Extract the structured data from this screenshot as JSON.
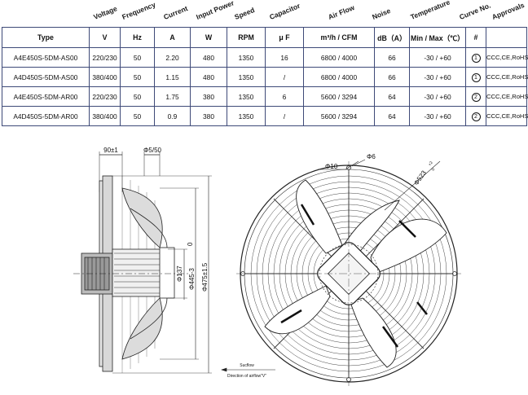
{
  "header_labels": [
    "Voltage",
    "Frequency",
    "Current",
    "Input Power",
    "Speed",
    "Capacitor",
    "Air Flow",
    "Noise",
    "Temperature",
    "Curve No.",
    "Approvals"
  ],
  "unit_row": [
    "Type",
    "V",
    "Hz",
    "A",
    "W",
    "RPM",
    "μ F",
    "m³/h  /  CFM",
    "dB（A）",
    "Min / Max（℃）",
    "#",
    ""
  ],
  "rows": [
    {
      "type": "A4E450S-5DM-AS00",
      "voltage": "220/230",
      "frequency": "50",
      "current": "2.20",
      "power": "480",
      "speed": "1350",
      "capacitor": "16",
      "airflow": "6800  /  4000",
      "noise": "66",
      "temperature": "-30 / +60",
      "curve": "1",
      "approvals": "CCC,CE,RoHS"
    },
    {
      "type": "A4D450S-5DM-AS00",
      "voltage": "380/400",
      "frequency": "50",
      "current": "1.15",
      "power": "480",
      "speed": "1350",
      "capacitor": "/",
      "airflow": "6800  /  4000",
      "noise": "66",
      "temperature": "-30 / +60",
      "curve": "1",
      "approvals": "CCC,CE,RoHS"
    },
    {
      "type": "A4E450S-5DM-AR00",
      "voltage": "220/230",
      "frequency": "50",
      "current": "1.75",
      "power": "380",
      "speed": "1350",
      "capacitor": "6",
      "airflow": "5600  /  3294",
      "noise": "64",
      "temperature": "-30 / +60",
      "curve": "2",
      "approvals": "CCC,CE,RoHS"
    },
    {
      "type": "A4D450S-5DM-AR00",
      "voltage": "380/400",
      "frequency": "50",
      "current": "0.9",
      "power": "380",
      "speed": "1350",
      "capacitor": "/",
      "airflow": "5600  /  3294",
      "noise": "64",
      "temperature": "-30 / +60",
      "curve": "2",
      "approvals": "CCC,CE,RoHS"
    }
  ],
  "drawing": {
    "dim_top_left": "90±1",
    "dim_top_right": "Φ5/50",
    "dim_137": "Φ137",
    "dim_445": "Φ445-3",
    "dim_475": "Φ475±1.5",
    "dim_10": "Φ10",
    "dim_6": "Φ6",
    "dim_523": "Φ523",
    "dim_523_tol": "+2",
    "dim_523_tol2": "0",
    "direction_top": "Sucflow",
    "direction_bottom": "Direction of airflow\"V\"",
    "center_zero": "0"
  }
}
